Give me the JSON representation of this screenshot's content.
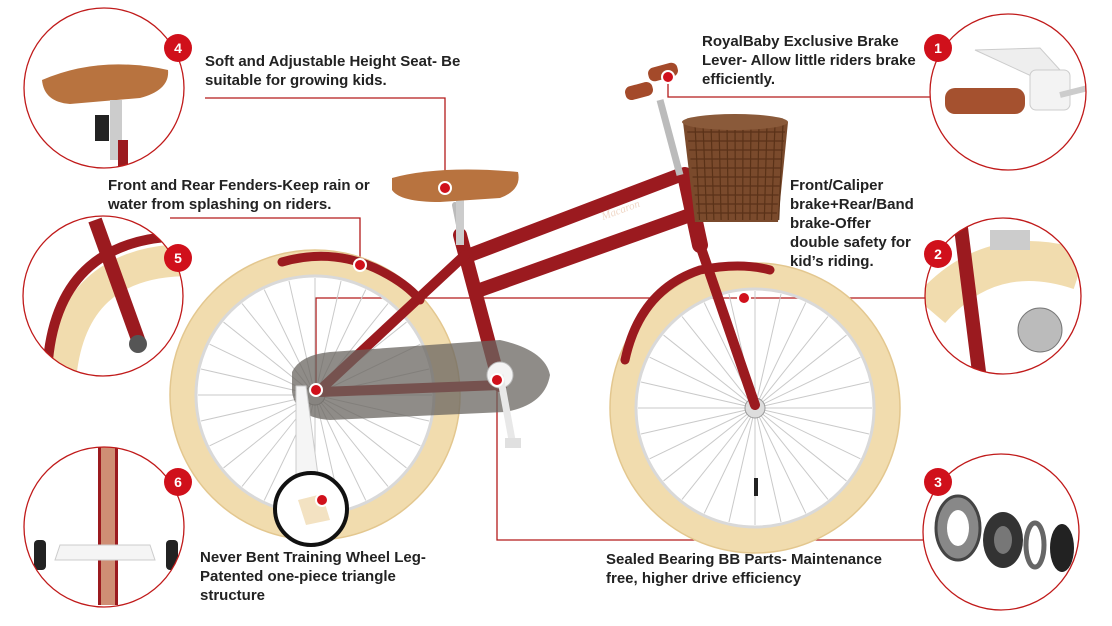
{
  "callouts": [
    {
      "number": "1",
      "text": "RoyalBaby Exclusive Brake Lever- Allow little riders brake efficiently."
    },
    {
      "number": "2",
      "text": "Front/Caliper brake+Rear/Band brake-Offer double safety for kid’s riding."
    },
    {
      "number": "3",
      "text": "Sealed Bearing BB Parts- Maintenance free, higher drive efficiency"
    },
    {
      "number": "4",
      "text": "Soft and Adjustable Height Seat- Be suitable for growing kids."
    },
    {
      "number": "5",
      "text": "Front and Rear Fenders-Keep rain or water from splashing on riders."
    },
    {
      "number": "6",
      "text": "Never Bent Training Wheel Leg-Patented one-piece triangle structure"
    }
  ],
  "frame_script": "Macaron",
  "colors": {
    "frame": "#9b1a1f",
    "frame_dark": "#6e1013",
    "tire": "#f1dcae",
    "tire_edge": "#e3c78f",
    "saddle": "#b8733f",
    "basket": "#7a4a2c",
    "badge": "#d0101b",
    "leader": "#b31b1b",
    "chain_guard": "#6a6560"
  }
}
